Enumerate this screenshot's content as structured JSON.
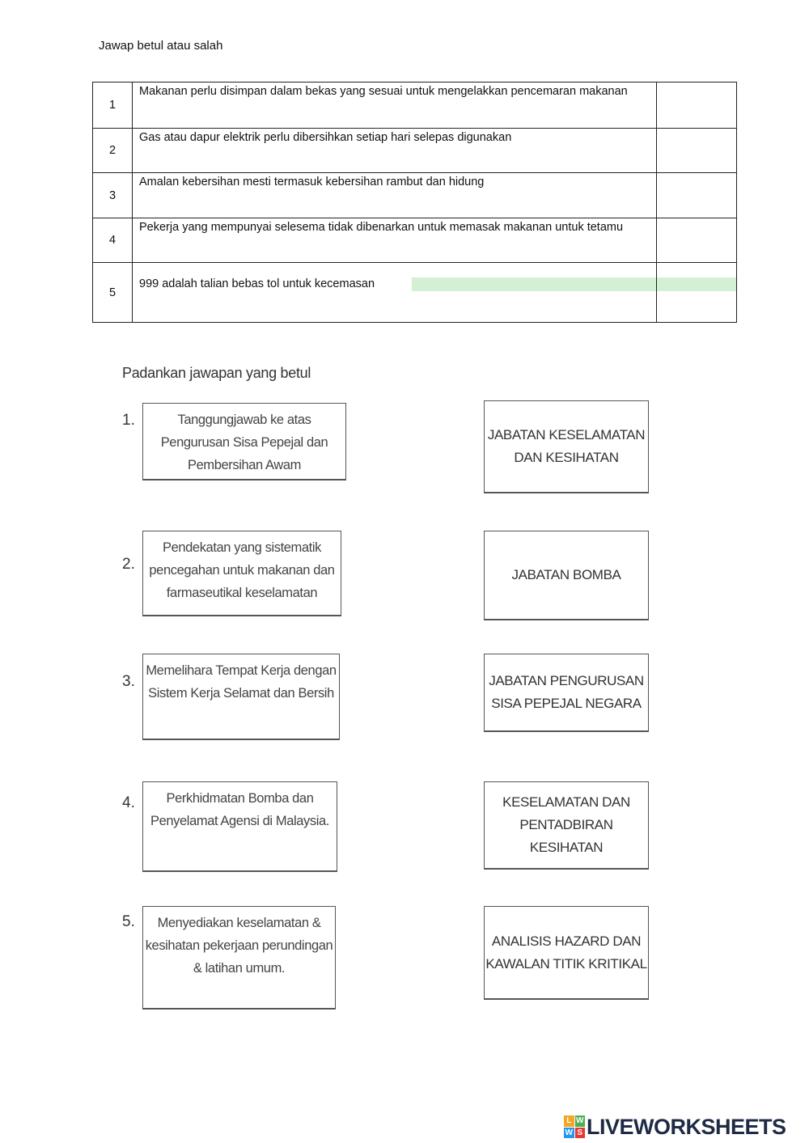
{
  "section1": {
    "title": "Jawap betul atau salah",
    "rows": [
      {
        "num": "1",
        "text": "Makanan perlu disimpan dalam bekas yang sesuai untuk mengelakkan pencemaran makanan"
      },
      {
        "num": "2",
        "text": "Gas atau dapur elektrik perlu dibersihkan setiap hari selepas digunakan"
      },
      {
        "num": "3",
        "text": "Amalan kebersihan mesti termasuk kebersihan rambut dan hidung"
      },
      {
        "num": "4",
        "text": "Pekerja yang mempunyai selesema tidak dibenarkan untuk memasak makanan untuk tetamu"
      },
      {
        "num": "5",
        "text": "999 adalah talian bebas tol untuk kecemasan"
      }
    ]
  },
  "section2": {
    "title": "Padankan jawapan yang betul",
    "left": [
      {
        "num": "1.",
        "text": "Tanggungjawab ke atas Pengurusan Sisa Pepejal dan Pembersihan Awam"
      },
      {
        "num": "2.",
        "text": "Pendekatan yang sistematik pencegahan untuk makanan dan farmaseutikal keselamatan"
      },
      {
        "num": "3.",
        "text": "Memelihara Tempat Kerja dengan Sistem Kerja Selamat dan Bersih"
      },
      {
        "num": "4.",
        "text": "Perkhidmatan Bomba dan Penyelamat Agensi di Malaysia."
      },
      {
        "num": "5.",
        "text": "Menyediakan keselamatan & kesihatan pekerjaan perundingan & latihan umum."
      }
    ],
    "right": [
      "JABATAN KESELAMATAN DAN KESIHATAN",
      "JABATAN BOMBA",
      "JABATAN PENGURUSAN SISA PEPEJAL NEGARA",
      "KESELAMATAN DAN PENTADBIRAN KESIHATAN",
      "ANALISIS HAZARD DAN KAWALAN TITIK KRITIKAL"
    ]
  },
  "logo": {
    "icon_letters": [
      "L",
      "W",
      "W",
      "S"
    ],
    "text": "LIVEWORKSHEETS",
    "colors": [
      "#f5a623",
      "#4caf50",
      "#2196f3",
      "#e53935"
    ]
  }
}
